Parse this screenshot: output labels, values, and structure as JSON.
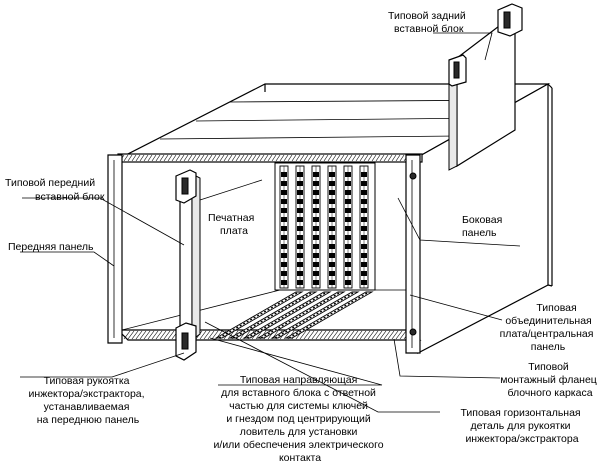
{
  "labels": {
    "rear_unit": [
      "Типовой задний",
      "вставной блок"
    ],
    "front_unit": [
      "Типовой передний",
      "вставной блок"
    ],
    "front_panel": [
      "Передняя панель"
    ],
    "pcb": [
      "Печатная",
      "плата"
    ],
    "side_panel": [
      "Боковая",
      "панель"
    ],
    "backplane": [
      "Типовая",
      "объединительная",
      "плата/центральная",
      "панель"
    ],
    "mounting_flange": [
      "Типовой",
      "монтажный фланец",
      "блочного каркаса"
    ],
    "handle": [
      "Типовая рукоятка",
      "инжектора/экстрактора,",
      "устанавливаемая",
      "на переднюю панель"
    ],
    "guide": [
      "Типовая направляющая",
      "для вставного блока с ответной",
      "частью для системы ключей",
      "и гнездом под центрирующий",
      "ловитель для установки",
      "и/или обеспечения электрического",
      "контакта"
    ],
    "horizontal_detail": [
      "Типовая горизонтальная",
      "деталь для рукоятки",
      "инжектора/экстрактора"
    ]
  }
}
